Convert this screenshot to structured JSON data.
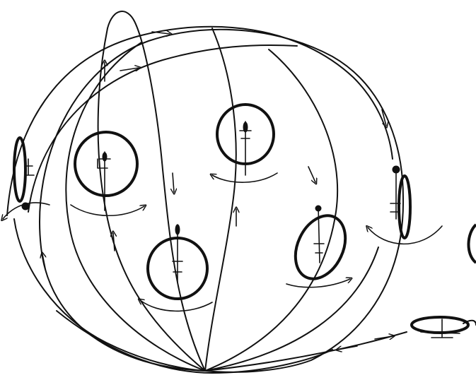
{
  "figure": {
    "description_visible_text": "",
    "stroke_color": "#111111",
    "background": "#ffffff",
    "rotor_views": [
      {
        "name": "left-edge-on",
        "orientation": "vertical-left"
      },
      {
        "name": "upper-left-top",
        "orientation": "face-on"
      },
      {
        "name": "upper-right-top",
        "orientation": "face-on"
      },
      {
        "name": "center-bottom",
        "orientation": "face-on"
      },
      {
        "name": "right-tilted",
        "orientation": "tilted"
      },
      {
        "name": "right-edge-on",
        "orientation": "vertical-right"
      },
      {
        "name": "bottom-right-side",
        "orientation": "horizontal"
      }
    ]
  }
}
